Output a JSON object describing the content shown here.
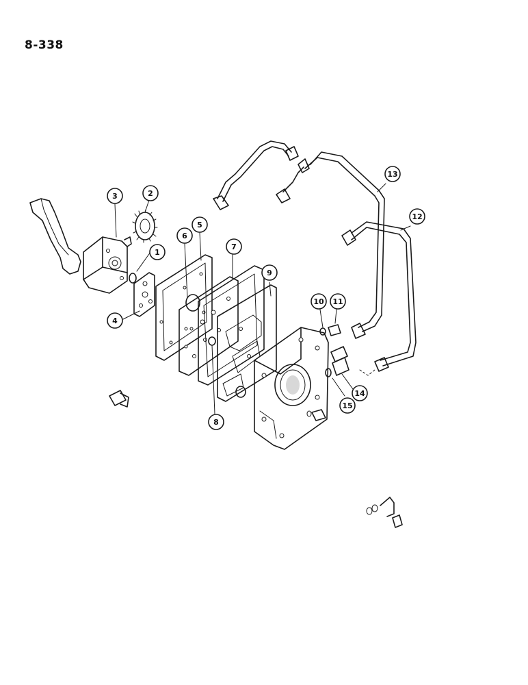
{
  "page_number": "8-338",
  "callouts": [
    {
      "id": "callout-1",
      "label": "1"
    },
    {
      "id": "callout-2",
      "label": "2"
    },
    {
      "id": "callout-3",
      "label": "3"
    },
    {
      "id": "callout-4",
      "label": "4"
    },
    {
      "id": "callout-5",
      "label": "5"
    },
    {
      "id": "callout-6",
      "label": "6"
    },
    {
      "id": "callout-7",
      "label": "7"
    },
    {
      "id": "callout-8",
      "label": "8"
    },
    {
      "id": "callout-9",
      "label": "9"
    },
    {
      "id": "callout-10",
      "label": "10"
    },
    {
      "id": "callout-11",
      "label": "11"
    },
    {
      "id": "callout-12",
      "label": "12"
    },
    {
      "id": "callout-13",
      "label": "13"
    },
    {
      "id": "callout-14",
      "label": "14"
    },
    {
      "id": "callout-15",
      "label": "15"
    }
  ]
}
